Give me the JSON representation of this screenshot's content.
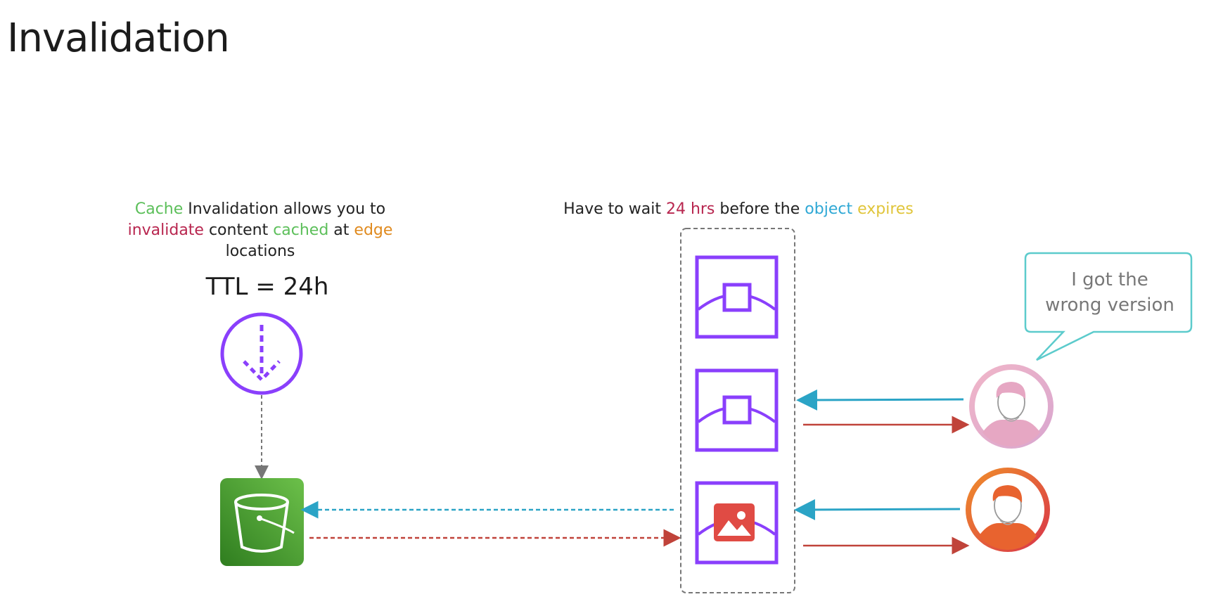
{
  "title": "Invalidation",
  "left_caption": {
    "line1": [
      {
        "text": "Cache",
        "color": "#5cbf5a"
      },
      {
        "text": " Invalidation allows you to",
        "color": "#222222"
      }
    ],
    "line2": [
      {
        "text": "invalidate",
        "color": "#b8264f"
      },
      {
        "text": " content ",
        "color": "#222222"
      },
      {
        "text": "cached",
        "color": "#5cbf5a"
      },
      {
        "text": " at ",
        "color": "#222222"
      },
      {
        "text": "edge",
        "color": "#e08a1e"
      }
    ],
    "line3": [
      {
        "text": "locations",
        "color": "#222222"
      }
    ]
  },
  "ttl_label": "TTL = 24h",
  "middle_caption": [
    {
      "text": "Have to wait ",
      "color": "#222222"
    },
    {
      "text": "24 hrs",
      "color": "#b8264f"
    },
    {
      "text": " before the ",
      "color": "#222222"
    },
    {
      "text": "object",
      "color": "#2fa8d5"
    },
    {
      "text": " ",
      "color": "#222222"
    },
    {
      "text": "expires",
      "color": "#e0c53a"
    }
  ],
  "speech_bubble": {
    "line1": "I got the",
    "line2": "wrong version"
  },
  "colors": {
    "purple": "#8a3ffc",
    "bucket_green": "#4aa12d",
    "arrow_blue": "#2ba4c6",
    "arrow_red": "#c0433a",
    "dashed_gray": "#777777",
    "bubble_border": "#5ccbcc"
  },
  "icons": {
    "invalidation": "dashed-down-arrow-circle-icon",
    "bucket": "s3-bucket-icon",
    "edge_location_1": "edge-location-object-icon",
    "edge_location_2": "edge-location-object-icon",
    "edge_location_3": "edge-location-image-icon",
    "user_1": "user-avatar-icon",
    "user_2": "user-avatar-icon"
  }
}
